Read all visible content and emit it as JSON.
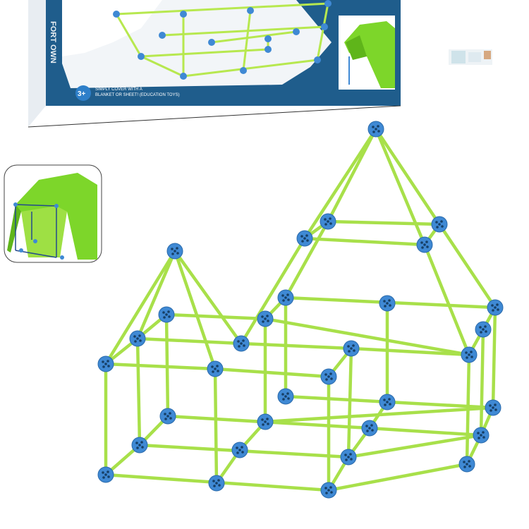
{
  "package": {
    "age_label": "3+",
    "caption_line1": "SIMPLY COVER WITH A",
    "caption_line2": "BLANKET OR SHEET! (EDUCATION TOYS)"
  },
  "colors": {
    "box_blue": "#1f5d8c",
    "box_dark": "#163f66",
    "rod_green": "#a8e04a",
    "connector_blue": "#3f89d4",
    "blanket_green": "#7dd62a"
  },
  "icons": [
    "fort-frame",
    "blanket-cover",
    "connector-ball"
  ]
}
